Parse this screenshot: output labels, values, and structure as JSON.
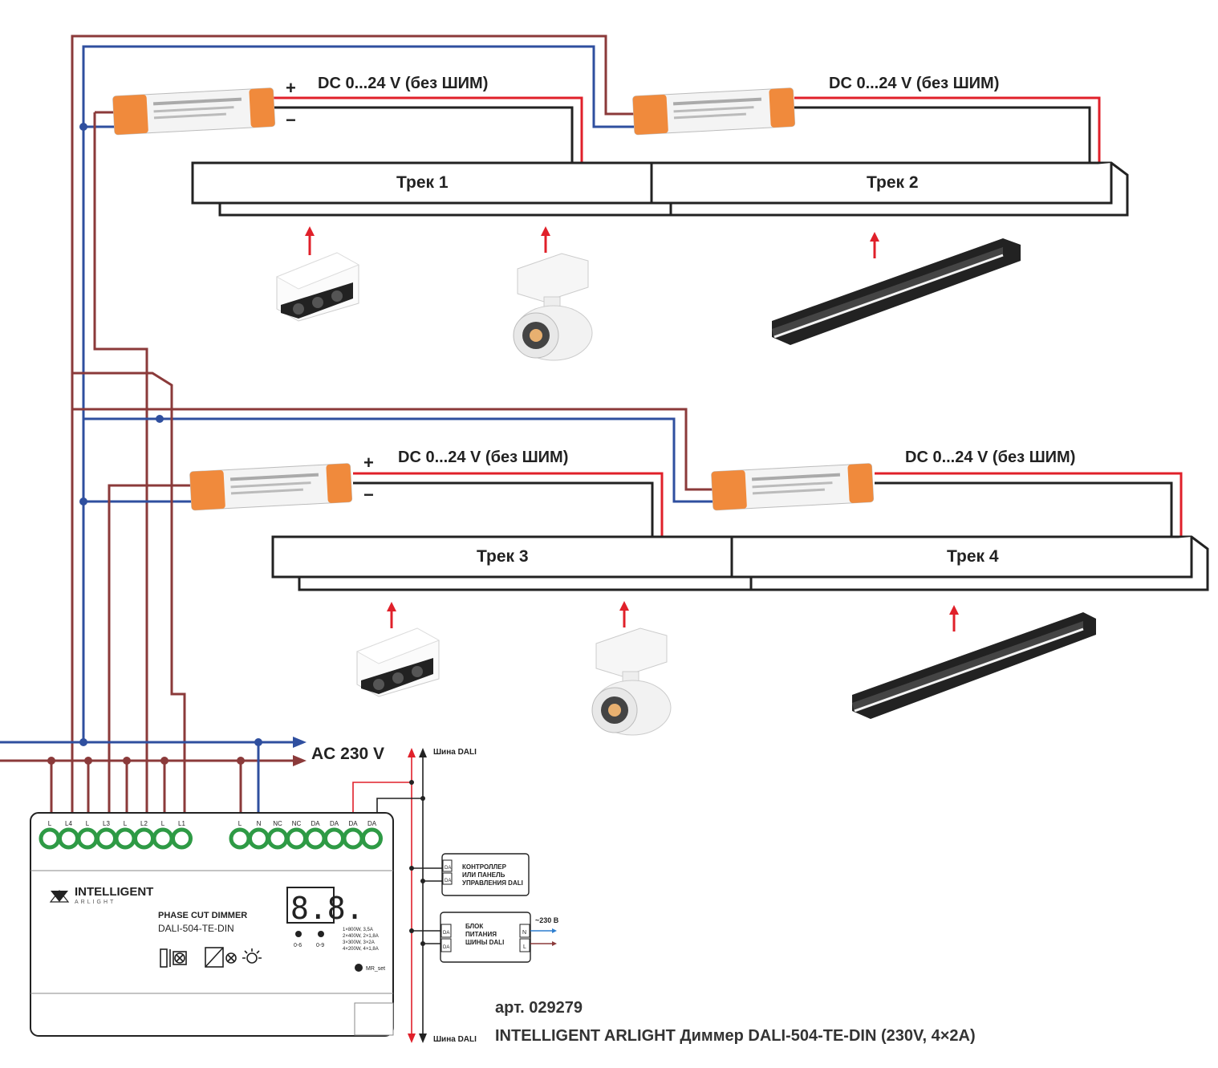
{
  "dc_label": "DC 0...24 V (без ШИМ)",
  "plus": "+",
  "minus": "−",
  "tracks": [
    "Трек 1",
    "Трек 2",
    "Трек 3",
    "Трек 4"
  ],
  "ac_label": "AC 230 V",
  "dali_bus": "Шина DALI",
  "dimmer": {
    "brand": "INTELLIGENT",
    "brand_sub": "ARLIGHT",
    "type": "PHASE CUT DIMMER",
    "model": "DALI-504-TE-DIN",
    "display": "8.8.",
    "btn_left": "0-6",
    "btn_right": "0-9",
    "specs": [
      "1×800W, 3,5A",
      "2×400W, 2×1,8A",
      "3×300W, 3×2A",
      "4×200W, 4×1,8A"
    ],
    "reset": "MR_set",
    "terminals_left": [
      "L",
      "L4",
      "L",
      "L3",
      "L",
      "L2",
      "L",
      "L1"
    ],
    "terminals_right": [
      "L",
      "N",
      "NC",
      "NC",
      "DA",
      "DA",
      "DA",
      "DA"
    ]
  },
  "controller_box": {
    "line1": "КОНТРОЛЛЕР",
    "line2": "ИЛИ ПАНЕЛЬ",
    "line3": "УПРАВЛЕНИЯ DALI",
    "pins": [
      "DA",
      "DA"
    ]
  },
  "psu_box": {
    "line1": "БЛОК",
    "line2": "ПИТАНИЯ",
    "line3": "ШИНЫ DALI",
    "pins_left": [
      "DA",
      "DA"
    ],
    "pins_right": [
      "N",
      "L"
    ],
    "voltage": "~230 В"
  },
  "caption": {
    "article": "арт. 029279",
    "title": "INTELLIGENT ARLIGHT Диммер DALI-504-TE-DIN (230V, 4×2A)"
  },
  "colors": {
    "brown": "#8b3a3a",
    "blue": "#2f4f9f",
    "red": "#e0202a",
    "black": "#222222",
    "orange": "#f08a3c",
    "terminal_green": "#2e9a45"
  }
}
